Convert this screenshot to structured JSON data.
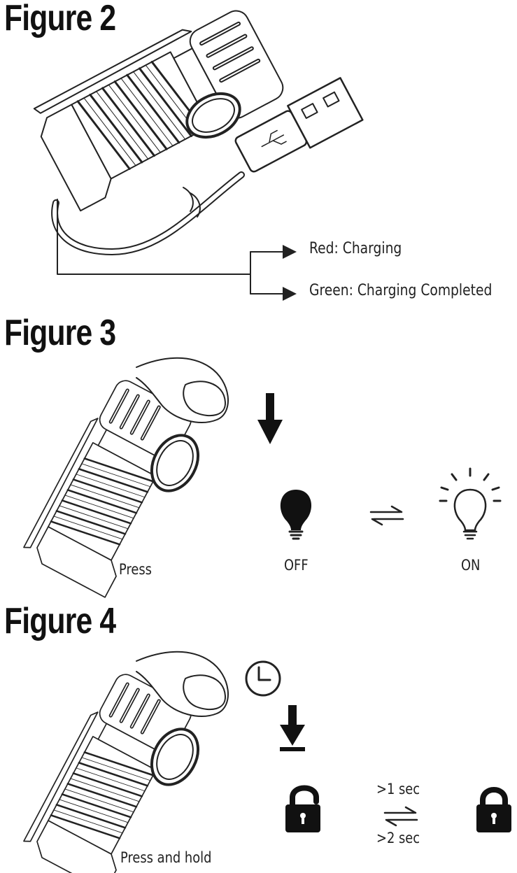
{
  "figure2": {
    "title": "Figure 2",
    "indicator_red": "Red: Charging",
    "indicator_green": "Green: Charging Completed"
  },
  "figure3": {
    "title": "Figure 3",
    "press_label": "Press",
    "off_label": "OFF",
    "on_label": "ON"
  },
  "figure4": {
    "title": "Figure 4",
    "press_hold_label": "Press and hold",
    "unlock_time": ">1 sec",
    "lock_time": ">2 sec"
  },
  "icons": [
    "usb-icon",
    "down-arrow-icon",
    "bulb-off-icon",
    "bulb-on-icon",
    "toggle-arrows-icon",
    "clock-icon",
    "unlock-icon",
    "lock-icon",
    "finger-icon"
  ]
}
